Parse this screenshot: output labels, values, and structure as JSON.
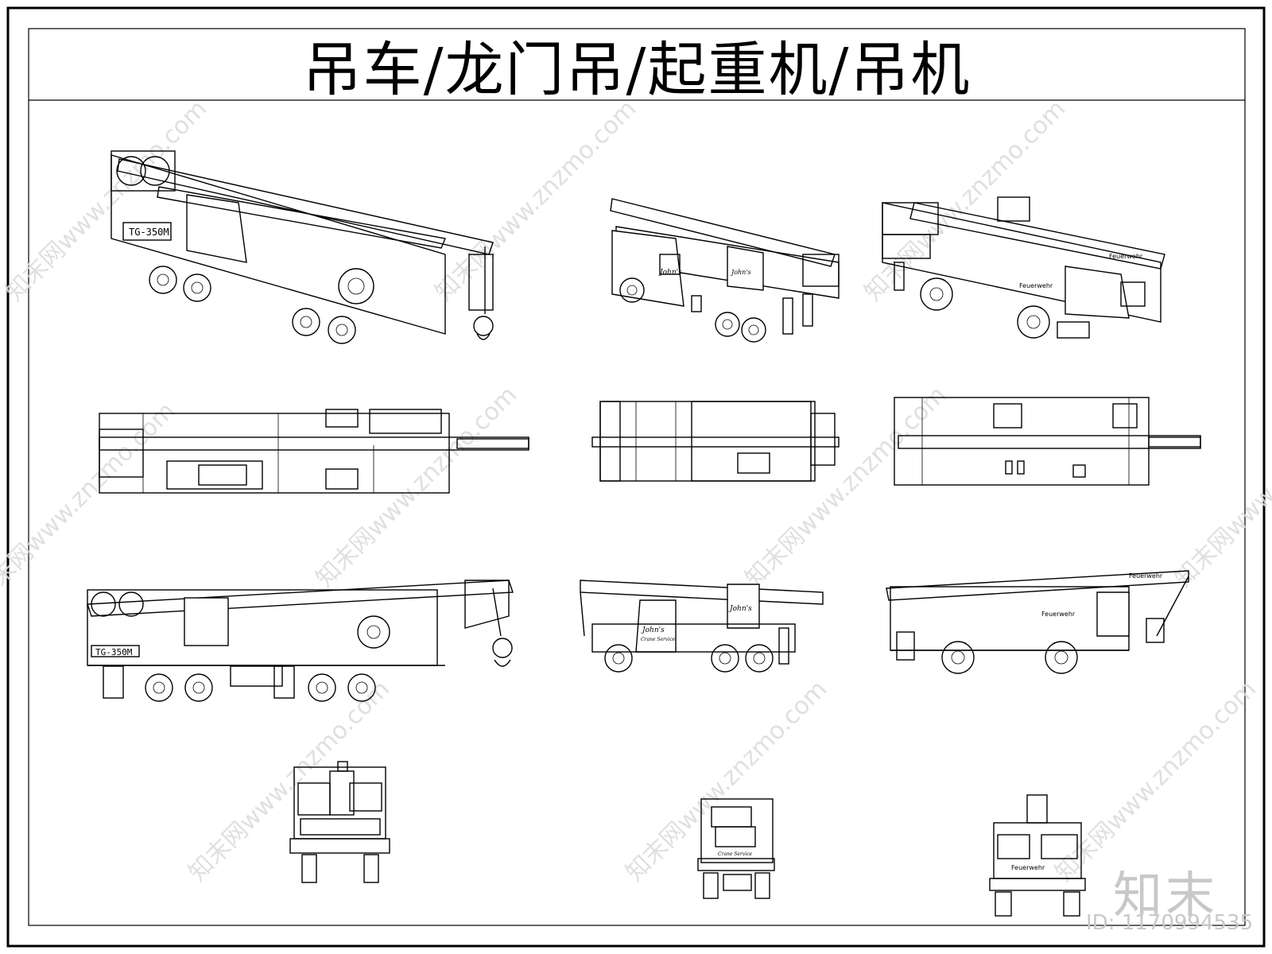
{
  "sheet": {
    "title": "吊车/龙门吊/起重机/吊机"
  },
  "watermark": {
    "text": "知末网www.znzmo.com",
    "logo": "知末",
    "id_label": "ID: 1170994535"
  },
  "drawings": {
    "crane_a_model": "TG-350M",
    "crane_b_brand": "John's",
    "crane_b_service": "Crane Service",
    "crane_c_brand": "Feuerwehr"
  }
}
